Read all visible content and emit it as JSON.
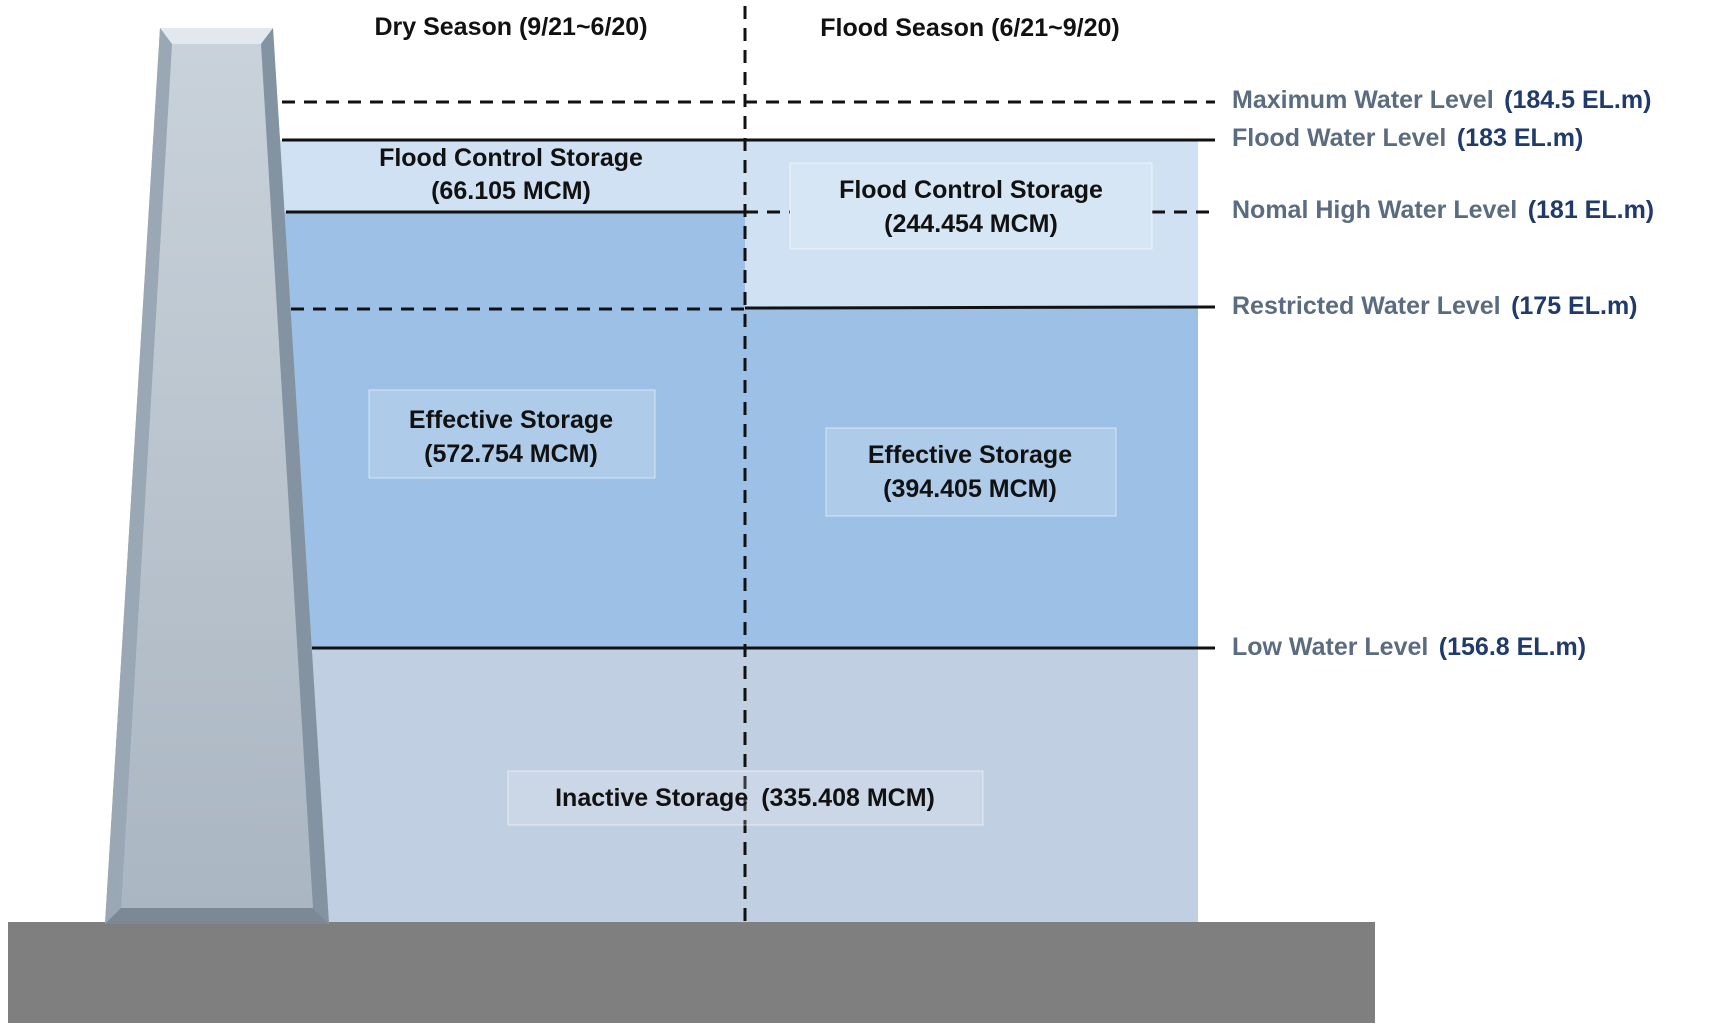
{
  "seasons": {
    "dry": "Dry Season (9/21~6/20)",
    "flood": "Flood Season (6/21~9/20)"
  },
  "levels": {
    "maximum": {
      "name": "Maximum Water Level",
      "value": "(184.5 EL.m)"
    },
    "flood": {
      "name": "Flood Water Level",
      "value": "(183 EL.m)"
    },
    "normal_high": {
      "name": "Nomal High Water Level",
      "value": "(181 EL.m)"
    },
    "restricted": {
      "name": "Restricted Water Level",
      "value": "(175 EL.m)"
    },
    "low": {
      "name": "Low Water Level",
      "value": "(156.8 EL.m)"
    }
  },
  "storages": {
    "dry_flood_control": {
      "title": "Flood Control Storage",
      "value": "(66.105 MCM)"
    },
    "flood_flood_control": {
      "title": "Flood Control Storage",
      "value": "(244.454 MCM)"
    },
    "dry_effective": {
      "title": "Effective Storage",
      "value": "(572.754 MCM)"
    },
    "flood_effective": {
      "title": "Effective Storage",
      "value": "(394.405 MCM)"
    },
    "inactive": {
      "title": "Inactive Storage",
      "value": "(335.408 MCM)"
    }
  },
  "colors": {
    "flood_control_fill": "#cfe1f2",
    "effective_fill": "#9dc1e6",
    "inactive_fill": "#c0cfe2",
    "ground_fill": "#7f7f7f",
    "dam_fill": "#b4c0cb",
    "level_name_color": "#5b6b80",
    "level_value_color": "#1f3a6b"
  }
}
